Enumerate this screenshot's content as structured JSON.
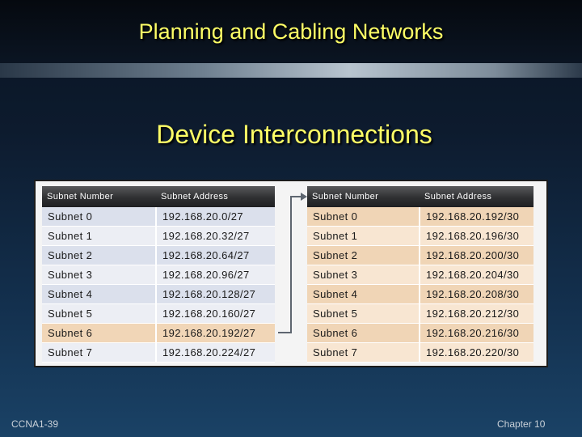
{
  "slide": {
    "title": "Planning and Cabling Networks",
    "subtitle": "Device Interconnections",
    "footer_left": "CCNA1-39",
    "footer_right": "Chapter 10"
  },
  "left_table": {
    "headers": [
      "Subnet Number",
      "Subnet Address"
    ],
    "rows": [
      {
        "num": "Subnet 0",
        "addr": "192.168.20.0/27"
      },
      {
        "num": "Subnet 1",
        "addr": "192.168.20.32/27"
      },
      {
        "num": "Subnet 2",
        "addr": "192.168.20.64/27"
      },
      {
        "num": "Subnet 3",
        "addr": "192.168.20.96/27"
      },
      {
        "num": "Subnet 4",
        "addr": "192.168.20.128/27"
      },
      {
        "num": "Subnet 5",
        "addr": "192.168.20.160/27"
      },
      {
        "num": "Subnet 6",
        "addr": "192.168.20.192/27"
      },
      {
        "num": "Subnet 7",
        "addr": "192.168.20.224/27"
      }
    ]
  },
  "right_table": {
    "headers": [
      "Subnet Number",
      "Subnet Address"
    ],
    "rows": [
      {
        "num": "Subnet 0",
        "addr": "192.168.20.192/30"
      },
      {
        "num": "Subnet 1",
        "addr": "192.168.20.196/30"
      },
      {
        "num": "Subnet 2",
        "addr": "192.168.20.200/30"
      },
      {
        "num": "Subnet 3",
        "addr": "192.168.20.204/30"
      },
      {
        "num": "Subnet 4",
        "addr": "192.168.20.208/30"
      },
      {
        "num": "Subnet 5",
        "addr": "192.168.20.212/30"
      },
      {
        "num": "Subnet 6",
        "addr": "192.168.20.216/30"
      },
      {
        "num": "Subnet 7",
        "addr": "192.168.20.220/30"
      }
    ]
  },
  "colors": {
    "title_text": "#ffff66",
    "row_highlight": "#f1d6b7",
    "header_bar": "#2f3032",
    "connector_line": "#5e6670"
  }
}
